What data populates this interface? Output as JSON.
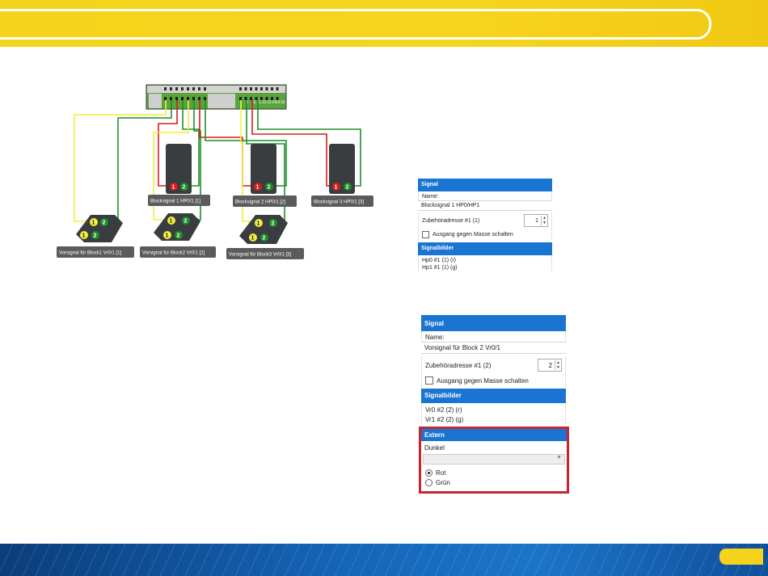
{
  "diagram": {
    "channel_numbers": [
      "9",
      "10",
      "11",
      "12",
      "13",
      "14",
      "15",
      "16"
    ],
    "signals": {
      "block1": {
        "label": "Blocksignal 1 HP0/1 [1]",
        "lamps": [
          "1",
          "2"
        ]
      },
      "block2": {
        "label": "Blocksignal 2 HP0/1 [2]",
        "lamps": [
          "1",
          "2"
        ]
      },
      "block3": {
        "label": "Blocksignal 3 HP0/1 [3]",
        "lamps": [
          "1",
          "2"
        ]
      },
      "pre1": {
        "label": "Vorsignal für Block1 Vr0/1 [1]",
        "lamps": [
          "1",
          "2",
          "1",
          "2"
        ]
      },
      "pre2": {
        "label": "Vorsignal für Block2 Vr0/1 [2]",
        "lamps": [
          "1",
          "2",
          "1",
          "2"
        ]
      },
      "pre3": {
        "label": "Vorsignal für Block3 Vr0/1 [3]",
        "lamps": [
          "1",
          "2",
          "1",
          "2"
        ]
      }
    },
    "colors": {
      "yellow": "#f2ef3c",
      "green": "#1e8f2a",
      "red": "#d81c1c",
      "board": "#5aa43c"
    }
  },
  "panel1": {
    "header": "Signal",
    "name_label": "Name:",
    "name_value": "Blocksignal 1 HP0/HP1",
    "address_label": "Zubehöradresse #1 (1)",
    "address_value": "1",
    "ground_label": "Ausgang gegen Masse schalten",
    "images_header": "Signalbilder",
    "images": [
      "Hp0 #1 (1) (r)",
      "Hp1 #1 (1) (g)"
    ]
  },
  "panel2": {
    "header": "Signal",
    "name_label": "Name:",
    "name_value": "Vorsignal für Block 2 Vr0/1",
    "address_label": "Zubehöradresse #1 (2)",
    "address_value": "2",
    "ground_label": "Ausgang gegen Masse schalten",
    "images_header": "Signalbilder",
    "images": [
      "Vr0 #2 (2) (r)",
      "Vr1 #2 (2) (g)"
    ],
    "extern_header": "Extern",
    "dark_label": "Dunkel",
    "dark_value": "",
    "radio_red": "Rot",
    "radio_green": "Grün",
    "accent": "#1a74d2",
    "highlight": "#c8242f"
  }
}
